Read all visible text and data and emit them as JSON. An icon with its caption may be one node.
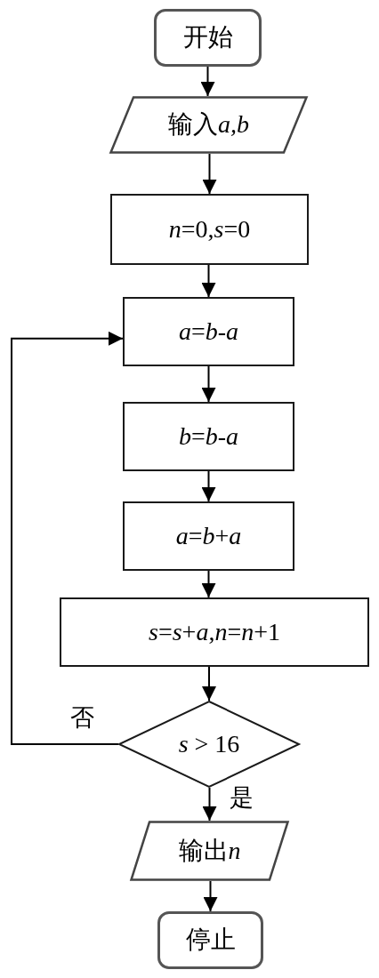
{
  "diagram": {
    "nodes": [
      {
        "text": [
          "开始"
        ]
      },
      {
        "text": [
          "输入a,b"
        ]
      },
      {
        "text": [
          "*n*=0,*s*=0"
        ]
      },
      {
        "text": [
          "*a*=*b*-*a*"
        ]
      },
      {
        "text": [
          "*b*=*b*-*a*"
        ]
      },
      {
        "text": [
          "*a*=*b*+*a*"
        ]
      },
      {
        "text": [
          "*s*=*s*+*a*,*n*=*n*+1"
        ]
      },
      {
        "text": [
          "*s* > 16"
        ]
      },
      {
        "text": [
          "输出n"
        ]
      },
      {
        "text": [
          "停止"
        ]
      }
    ],
    "edges": [
      {
        "from": 0,
        "to": 1,
        "arrow": "to"
      },
      {
        "from": 1,
        "to": 2,
        "arrow": "to"
      },
      {
        "from": 2,
        "to": 3,
        "arrow": "to"
      },
      {
        "from": 3,
        "to": 4,
        "arrow": "to"
      },
      {
        "from": 4,
        "to": 5,
        "arrow": "to"
      },
      {
        "from": 5,
        "to": 6,
        "arrow": "to"
      },
      {
        "from": 6,
        "to": 7,
        "arrow": "to"
      },
      {
        "from": 7,
        "to": 3,
        "arrow": "to",
        "label": "否"
      },
      {
        "from": 7,
        "to": 8,
        "arrow": "to",
        "label": "是"
      },
      {
        "from": 8,
        "to": 9,
        "arrow": "to"
      }
    ]
  }
}
